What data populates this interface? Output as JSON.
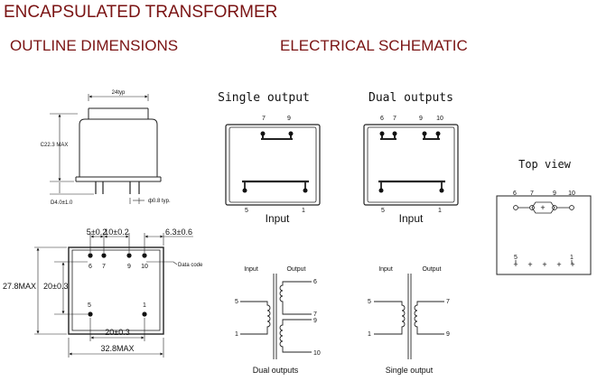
{
  "header": {
    "title": "ENCAPSULATED TRANSFORMER",
    "outline_heading": "OUTLINE DIMENSIONS",
    "schematic_heading": "ELECTRICAL SCHEMATIC"
  },
  "side_view": {
    "width_dim": "24typ",
    "height_dim": "C22.3 MAX",
    "pin_length_dim": "D4.0±1.0",
    "pin_diam_dim": "ф0.8 typ."
  },
  "bottom_view": {
    "dim_5": "5±0.2",
    "dim_10": "10±0.2",
    "dim_6_3": "6.3±0.6",
    "height_max": "27.8MAX",
    "height_pitch": "20±0.3",
    "width_pitch": "20±0.3",
    "width_max": "32.8MAX",
    "date_code": "Data code",
    "pins": [
      "6",
      "7",
      "9",
      "10",
      "5",
      "1"
    ]
  },
  "single_output_block": {
    "title": "Single output",
    "top_pins": [
      "7",
      "9"
    ],
    "bottom_pins": [
      "5",
      "1"
    ],
    "input_label": "Input"
  },
  "dual_output_block": {
    "title": "Dual outputs",
    "top_pins": [
      "6",
      "7",
      "9",
      "10"
    ],
    "bottom_pins": [
      "5",
      "1"
    ],
    "input_label": "Input"
  },
  "top_view": {
    "title": "Top view",
    "top_pins": [
      "6",
      "7",
      "9",
      "10"
    ],
    "bottom_pins": [
      "5",
      "1"
    ]
  },
  "dual_winding": {
    "input_label": "Input",
    "output_label": "Output",
    "pins": [
      "5",
      "1",
      "6",
      "7",
      "9",
      "10"
    ],
    "caption": "Dual outputs"
  },
  "single_winding": {
    "input_label": "Input",
    "output_label": "Output",
    "pins": [
      "5",
      "1",
      "7",
      "9"
    ],
    "caption": "Single output"
  }
}
